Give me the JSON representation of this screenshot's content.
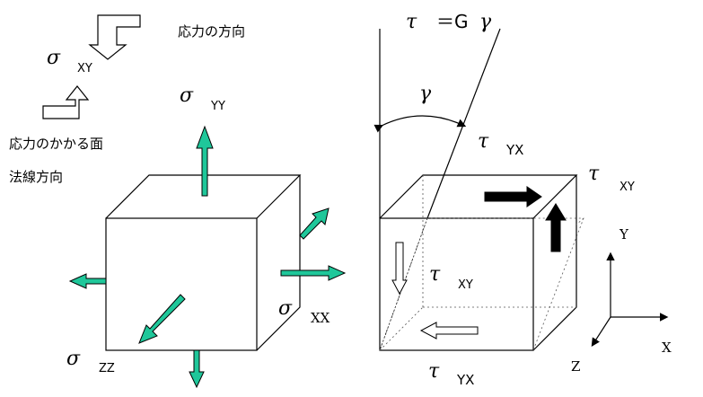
{
  "labels": {
    "stress_direction": "応力の方向",
    "stress_surface": "応力のかかる面",
    "normal_direction": "法線方向",
    "sigma": "σ",
    "tau": "τ",
    "gamma": "γ",
    "equation_rhs": "＝G",
    "sub_xy": "XY",
    "sub_yy": "YY",
    "sub_xx": "XX",
    "sub_zz": "ZZ",
    "sub_yx": "YX",
    "axis_x": "X",
    "axis_y": "Y",
    "axis_z": "Z"
  },
  "colors": {
    "line": "#000000",
    "normal_arrow": "#1fc79a",
    "dashed": "#555555"
  },
  "icons": {
    "stress_direction": "bent-arrow-icon",
    "surface_direction": "bent-arrow-icon",
    "normal_stress": "arrow-icon",
    "shear_stress": "arrow-icon"
  }
}
